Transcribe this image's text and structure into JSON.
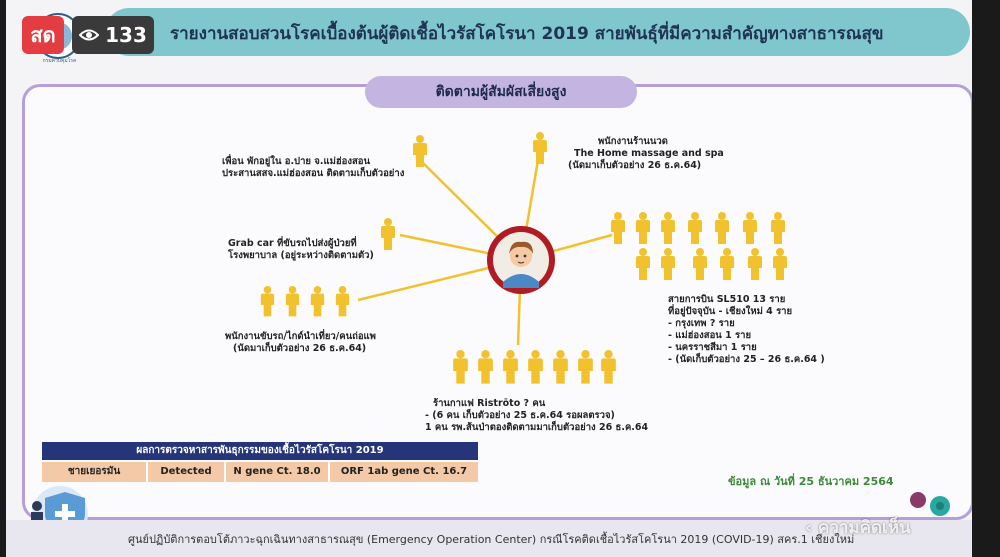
{
  "overlay": {
    "live_label": "สด",
    "viewer_count": "133"
  },
  "header": {
    "title": "รายงานสอบสวนโรคเบื้องต้นผู้ติดเชื้อไวรัสโคโรนา 2019 สายพันธุ์ที่มีความสำคัญทางสาธารณสุข",
    "logo_caption": "กรมควบคุมโรค"
  },
  "diagram": {
    "subtitle": "ติดตามผู้สัมผัสเสี่ยงสูง",
    "contacts": [
      {
        "lines": [
          "เพื่อน พักอยู่ใน อ.ปาย จ.แม่ฮ่องสอน",
          "ประสานสสจ.แม่ฮ่องสอน ติดตามเก็บตัวอย่าง"
        ]
      },
      {
        "lines": [
          "พนักงานร้านนวด",
          "The Home massage and spa",
          "(นัดมาเก็บตัวอย่าง 26 ธ.ค.64)"
        ]
      },
      {
        "lines": [
          "Grab car ที่ขับรถไปส่งผู้ป่วยที่",
          "โรงพยาบาล (อยู่ระหว่างติดตามตัว)"
        ]
      },
      {
        "lines": [
          "พนักงานขับรถ/ไกด์นำเที่ยว/คนถ่อแพ",
          "(นัดมาเก็บตัวอย่าง 26 ธ.ค.64)"
        ]
      },
      {
        "lines": [
          "ร้านกาแฟ Ristrōto ? คน",
          "- (6 คน เก็บตัวอย่าง 25 ธ.ค.64 รอผลตรวจ)",
          "1 คน รพ.ส้นป่าตองติดตามมาเก็บตัวอย่าง 26 ธ.ค.64"
        ]
      },
      {
        "lines": [
          "สายการบิน SL510 13 ราย",
          "ที่อยู่ปัจจุบัน   - เชียงใหม่     4 ราย",
          "                    - กรุงเทพ       ? ราย",
          "                    - แม่ฮ่องสอน  1 ราย",
          "                    - นครราชสีมา  1 ราย",
          "- (นัดเก็บตัวอย่าง 25 – 26 ธ.ค.64 )"
        ]
      }
    ]
  },
  "results": {
    "header": "ผลการตรวจหาสารพันธุกรรมของเชื้อไวรัสโคโรนา 2019",
    "row": [
      "ชายเยอรมัน",
      "Detected",
      "N gene Ct. 18.0",
      "ORF 1ab gene Ct. 16.7"
    ]
  },
  "data_date": "ข้อมูล ณ วันที่ 25 ธันวาคม 2564",
  "footer": "ศูนย์ปฏิบัติการตอบโต้ภาวะฉุกเฉินทางสาธารณสุข (Emergency Operation Center) กรณีโรคติดเชื้อไวรัสโคโรนา 2019 (COVID-19) สคร.1 เชียงใหม่",
  "watermark": "ความคิดเห็น",
  "colors": {
    "accent": "#7fc6cd",
    "person": "#f2c12e",
    "live": "#e33d42",
    "table_head": "#26357a",
    "table_cell": "#f3c9a7"
  }
}
